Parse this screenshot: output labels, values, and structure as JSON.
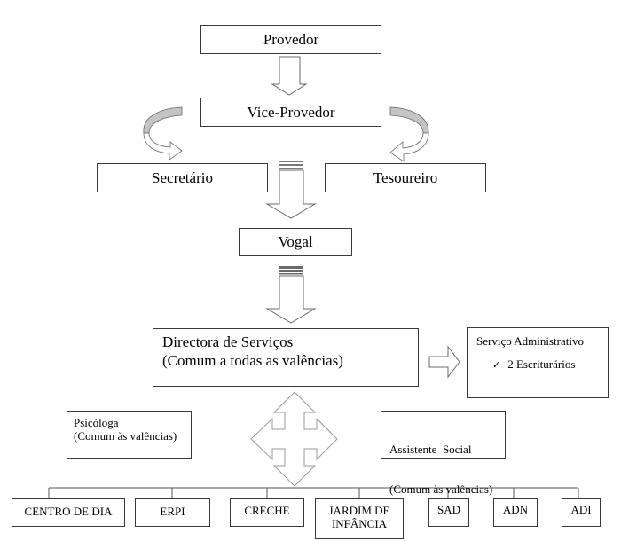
{
  "diagram": {
    "type": "organizational-chart",
    "nodes": {
      "provedor": "Provedor",
      "vice_provedor": "Vice-Provedor",
      "secretario": "Secretário",
      "tesoureiro": "Tesoureiro",
      "vogal": "Vogal",
      "directora": {
        "line1": "Directora de Serviços",
        "line2": "(Comum a todas as valências)"
      },
      "servico_administrativo": {
        "title": "Serviço Administrativo",
        "check_mark": "✓",
        "item": "2 Escriturários"
      },
      "psicologa": {
        "line1": "Psicóloga",
        "line2": "(Comum às valências)"
      },
      "assistente_social": {
        "line1": "Assistente  Social",
        "line2": "(Comum às valências)"
      }
    },
    "valencias": [
      {
        "label": "CENTRO DE DIA"
      },
      {
        "label": "ERPI"
      },
      {
        "label": "CRECHE"
      },
      {
        "label": "JARDIM DE INFÂNCIA",
        "line1": "JARDIM DE",
        "line2": "INFÂNCIA"
      },
      {
        "label": "SAD"
      },
      {
        "label": "ADN"
      },
      {
        "label": "ADI"
      }
    ],
    "edges": [
      {
        "from": "Provedor",
        "to": "Vice-Provedor",
        "style": "block-arrow-down"
      },
      {
        "from": "Vice-Provedor",
        "to": "Secretário",
        "style": "curved-arrow"
      },
      {
        "from": "Vice-Provedor",
        "to": "Tesoureiro",
        "style": "curved-arrow"
      },
      {
        "from": "Vice-Provedor",
        "to": "Vogal",
        "style": "striped-block-arrow-down"
      },
      {
        "from": "Vogal",
        "to": "Directora de Serviços",
        "style": "striped-block-arrow-down"
      },
      {
        "from": "Directora de Serviços",
        "to": "Serviço Administrativo",
        "style": "block-arrow-right"
      },
      {
        "from": "Directora de Serviços",
        "to": "Psicóloga / Assistente Social / Valências",
        "style": "four-way-arrow"
      },
      {
        "from": "Directora de Serviços",
        "to": "Valências",
        "style": "connector-lines"
      }
    ]
  }
}
